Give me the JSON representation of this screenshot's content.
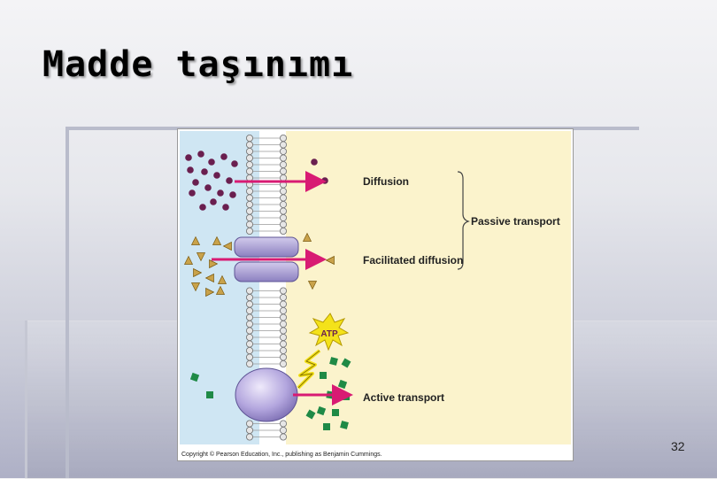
{
  "slide": {
    "title": "Madde taşınımı",
    "page_number": "32"
  },
  "figure": {
    "labels": {
      "diffusion": "Diffusion",
      "passive_transport": "Passive transport",
      "facilitated_diffusion": "Facilitated diffusion",
      "active_transport": "Active transport",
      "atp": "ATP"
    },
    "copyright": "Copyright © Pearson Education, Inc., publishing as Benjamin Cummings.",
    "colors": {
      "outside": "#cfe6f3",
      "inside": "#fbf3cc",
      "arrow": "#d81b73",
      "molecule": "#6a1f4f",
      "triangle": "#c9a24a",
      "square": "#1f8a46",
      "channel": "#a79bd0",
      "pump": "#b3a6de",
      "atp_burst": "#f4e21a"
    }
  }
}
